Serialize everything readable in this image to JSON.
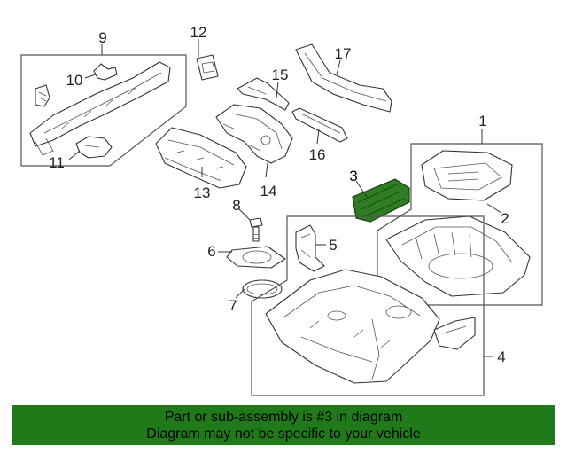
{
  "callouts": {
    "c1": "1",
    "c2": "2",
    "c3": "3",
    "c4": "4",
    "c5": "5",
    "c6": "6",
    "c7": "7",
    "c8": "8",
    "c9": "9",
    "c10": "10",
    "c11": "11",
    "c12": "12",
    "c13": "13",
    "c14": "14",
    "c15": "15",
    "c16": "16",
    "c17": "17"
  },
  "highlight": {
    "part_number": "3",
    "color": "#2e7d22"
  },
  "banner": {
    "line1": "Part or sub-assembly is #3 in diagram",
    "line2": "Diagram may not be specific to your vehicle",
    "background": "#217a1a"
  }
}
